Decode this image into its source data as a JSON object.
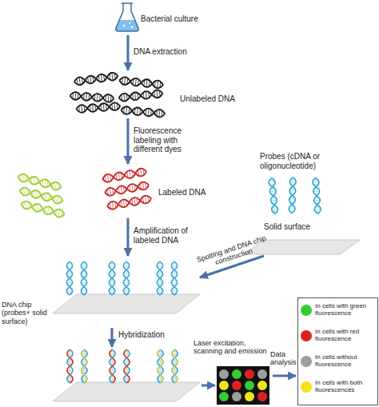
{
  "diagram": {
    "nodes": [
      {
        "text": [
          "Bacterial culture"
        ]
      },
      {
        "text": [
          "Unlabeled DNA"
        ]
      },
      {
        "text": [
          "Labeled DNA"
        ]
      },
      {
        "text": [
          "Probes (cDNA or oligonucleotide)",
          "Solid surface"
        ]
      },
      {
        "text": [
          "DNA chip (probes+ solid surface)"
        ]
      }
    ],
    "edges": [
      {
        "from": 0,
        "to": 1,
        "arrow": "to",
        "label": "DNA extraction"
      },
      {
        "from": 1,
        "to": 2,
        "arrow": "to",
        "label": "Fluorescence labeling with different dyes"
      },
      {
        "from": 2,
        "to": 4,
        "arrow": "to",
        "label": "Amplification of labeled DNA"
      },
      {
        "from": 3,
        "to": 4,
        "arrow": "to",
        "label": "Spotting and DNA chip construction"
      }
    ],
    "labels": [
      "Hybridization",
      "Laser excitation, scanning and emission",
      "Data analysis"
    ],
    "legend": [
      {
        "text": "In cells with green fluorescence",
        "color": "#33cc33"
      },
      {
        "text": "In cells with red fluorescence",
        "color": "#e02020"
      },
      {
        "text": "In cells without fluorescence",
        "color": "#9e9e9e"
      },
      {
        "text": "In cells with both fluorescences",
        "color": "#f2e218"
      }
    ]
  }
}
